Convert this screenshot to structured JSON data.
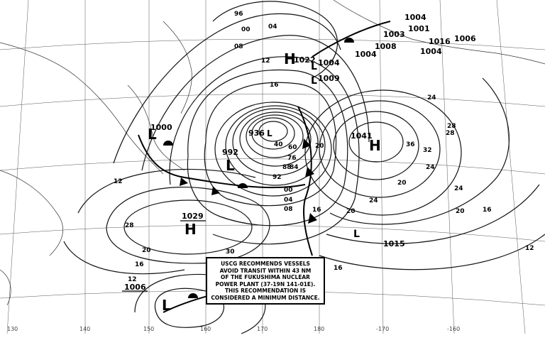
{
  "notice": {
    "lines": [
      "USCG RECOMMENDS VESSELS",
      "AVOID TRANSIT WITHIN 43 NM",
      "OF THE FUKUSHIMA NUCLEAR",
      "POWER PLANT (37-19N 141-01E).",
      "THIS RECOMMENDATION IS",
      "CONSIDERED A MINIMUM DISTANCE."
    ]
  },
  "longitude_labels": [
    "130",
    "140",
    "150",
    "160",
    "170",
    "180",
    "-170",
    "-160"
  ],
  "pressure_centers": [
    {
      "id": "low-japan",
      "letter": "L",
      "value": "1000"
    },
    {
      "id": "low-storm",
      "letter": "L",
      "value": "936"
    },
    {
      "id": "low-992",
      "letter": "L",
      "value": "992"
    },
    {
      "id": "high-1041",
      "letter": "H",
      "value": "1041"
    },
    {
      "id": "high-1029",
      "letter": "H",
      "value": "1029"
    },
    {
      "id": "low-1015",
      "letter": "L",
      "value": "1015"
    },
    {
      "id": "low-1006",
      "letter": "L",
      "value": "1006"
    },
    {
      "id": "high-north",
      "letter": "H",
      "value": "1022"
    },
    {
      "id": "low-1004",
      "letter": "L",
      "value": "1004"
    },
    {
      "id": "low-1009",
      "letter": "L",
      "value": "1009"
    }
  ],
  "northeast_values": [
    "1004",
    "1003",
    "1001",
    "1008",
    "1006",
    "1016",
    "1004",
    "1004"
  ],
  "isobar_labels": [
    "96",
    "00",
    "04",
    "08",
    "12",
    "16",
    "20",
    "24",
    "28",
    "32",
    "36",
    "40",
    "60",
    "76",
    "84",
    "88",
    "92",
    "00",
    "04",
    "08",
    "12",
    "16",
    "20",
    "24",
    "28",
    "24",
    "20",
    "16",
    "12",
    "16",
    "20",
    "24",
    "28",
    "30",
    "20",
    "16",
    "12"
  ]
}
